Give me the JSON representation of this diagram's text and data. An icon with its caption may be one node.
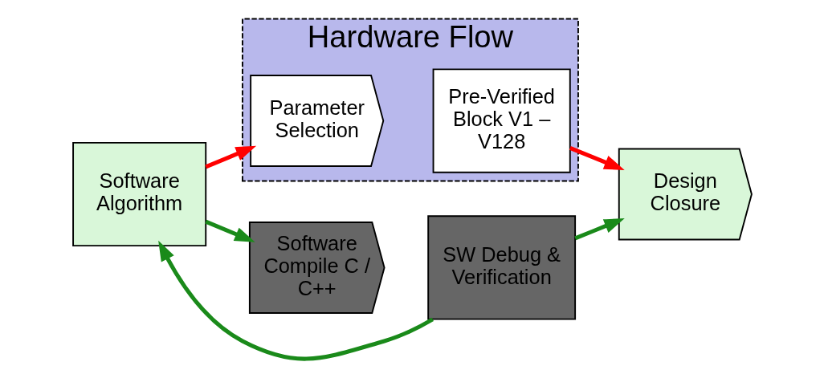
{
  "diagram": {
    "nodes": [
      {
        "text": [
          "Hardware Flow"
        ]
      },
      {
        "text": [
          "Parameter Selection"
        ],
        "in": 0
      },
      {
        "text": [
          "Pre-Verified Block V1 – V128"
        ],
        "in": 0
      },
      {
        "text": [
          "Software Algorithm"
        ]
      },
      {
        "text": [
          "Software Compile C / C++"
        ]
      },
      {
        "text": [
          "SW Debug & Verification"
        ]
      },
      {
        "text": [
          "Design Closure"
        ]
      }
    ],
    "edges": [
      {
        "from": 3,
        "to": 1,
        "arrow": "to",
        "color": "#ff0000"
      },
      {
        "from": 2,
        "to": 6,
        "arrow": "to",
        "color": "#ff0000"
      },
      {
        "from": 3,
        "to": 4,
        "arrow": "to"
      },
      {
        "from": 5,
        "to": 6,
        "arrow": "to"
      },
      {
        "from": 5,
        "to": 3,
        "arrow": "to"
      }
    ]
  }
}
